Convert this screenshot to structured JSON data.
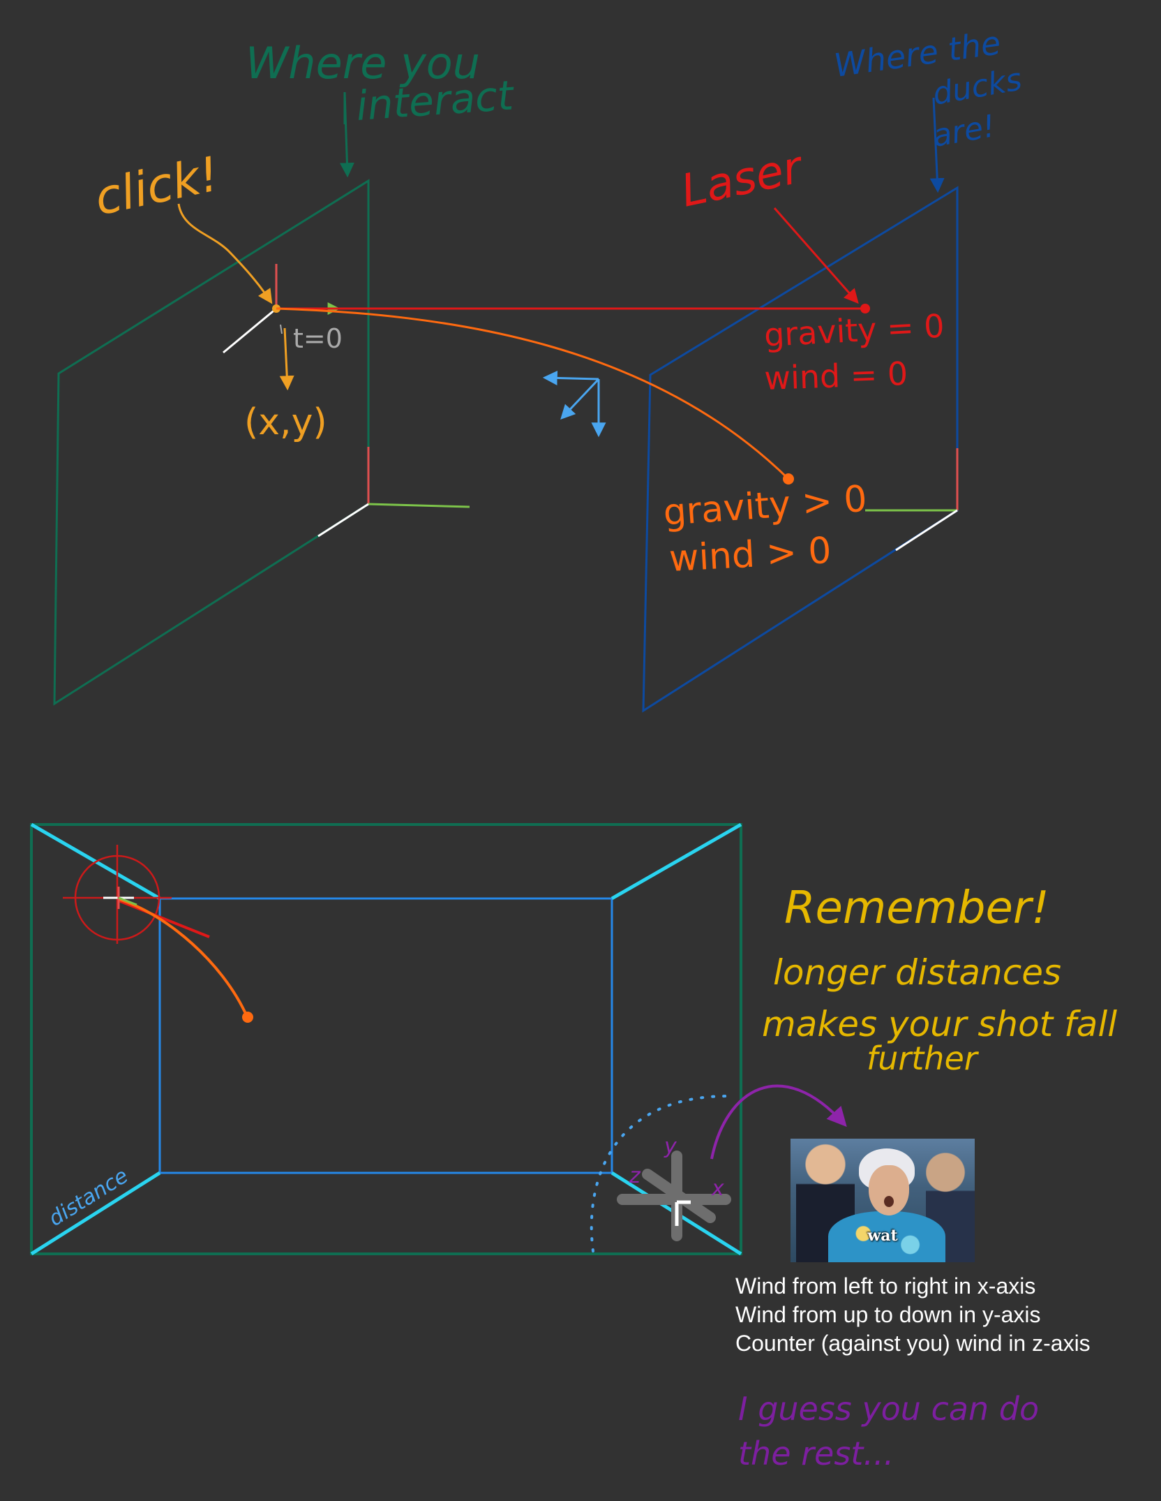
{
  "annotations": {
    "where_you_interact": [
      "Where you",
      "interact"
    ],
    "where_ducks": [
      "Where the",
      "ducks",
      "are!"
    ],
    "click": "click!",
    "laser": "Laser",
    "t_zero": "t=0",
    "xy": "(x,y)",
    "gravity_zero": "gravity = 0",
    "wind_zero": "wind = 0",
    "gravity_pos": "gravity > 0",
    "wind_pos": "wind > 0",
    "remember_title": "Remember!",
    "remember_lines": [
      "longer distances",
      "makes your shot fall",
      "further"
    ],
    "distance": "distance",
    "axis_x": "x",
    "axis_y": "y",
    "axis_z": "z",
    "closing": [
      "I guess you can do",
      "the rest..."
    ]
  },
  "wind_notes": [
    "Wind from left to right in x-axis",
    "Wind from up to down in y-axis",
    "Counter (against you) wind in z-axis"
  ],
  "meme": {
    "caption": "wat"
  },
  "colors": {
    "background": "#323232",
    "interact_plane": "#0f6e52",
    "duck_plane": "#0d4aa0",
    "click": "#f0a023",
    "laser": "#e01818",
    "trajectory": "#ff6a10",
    "remember": "#e6b800",
    "light_blue": "#4aa6f0",
    "cyan": "#2ad4f0",
    "purple": "#8e24aa",
    "axis_green": "#7dc44a",
    "axis_red": "#e05050"
  }
}
